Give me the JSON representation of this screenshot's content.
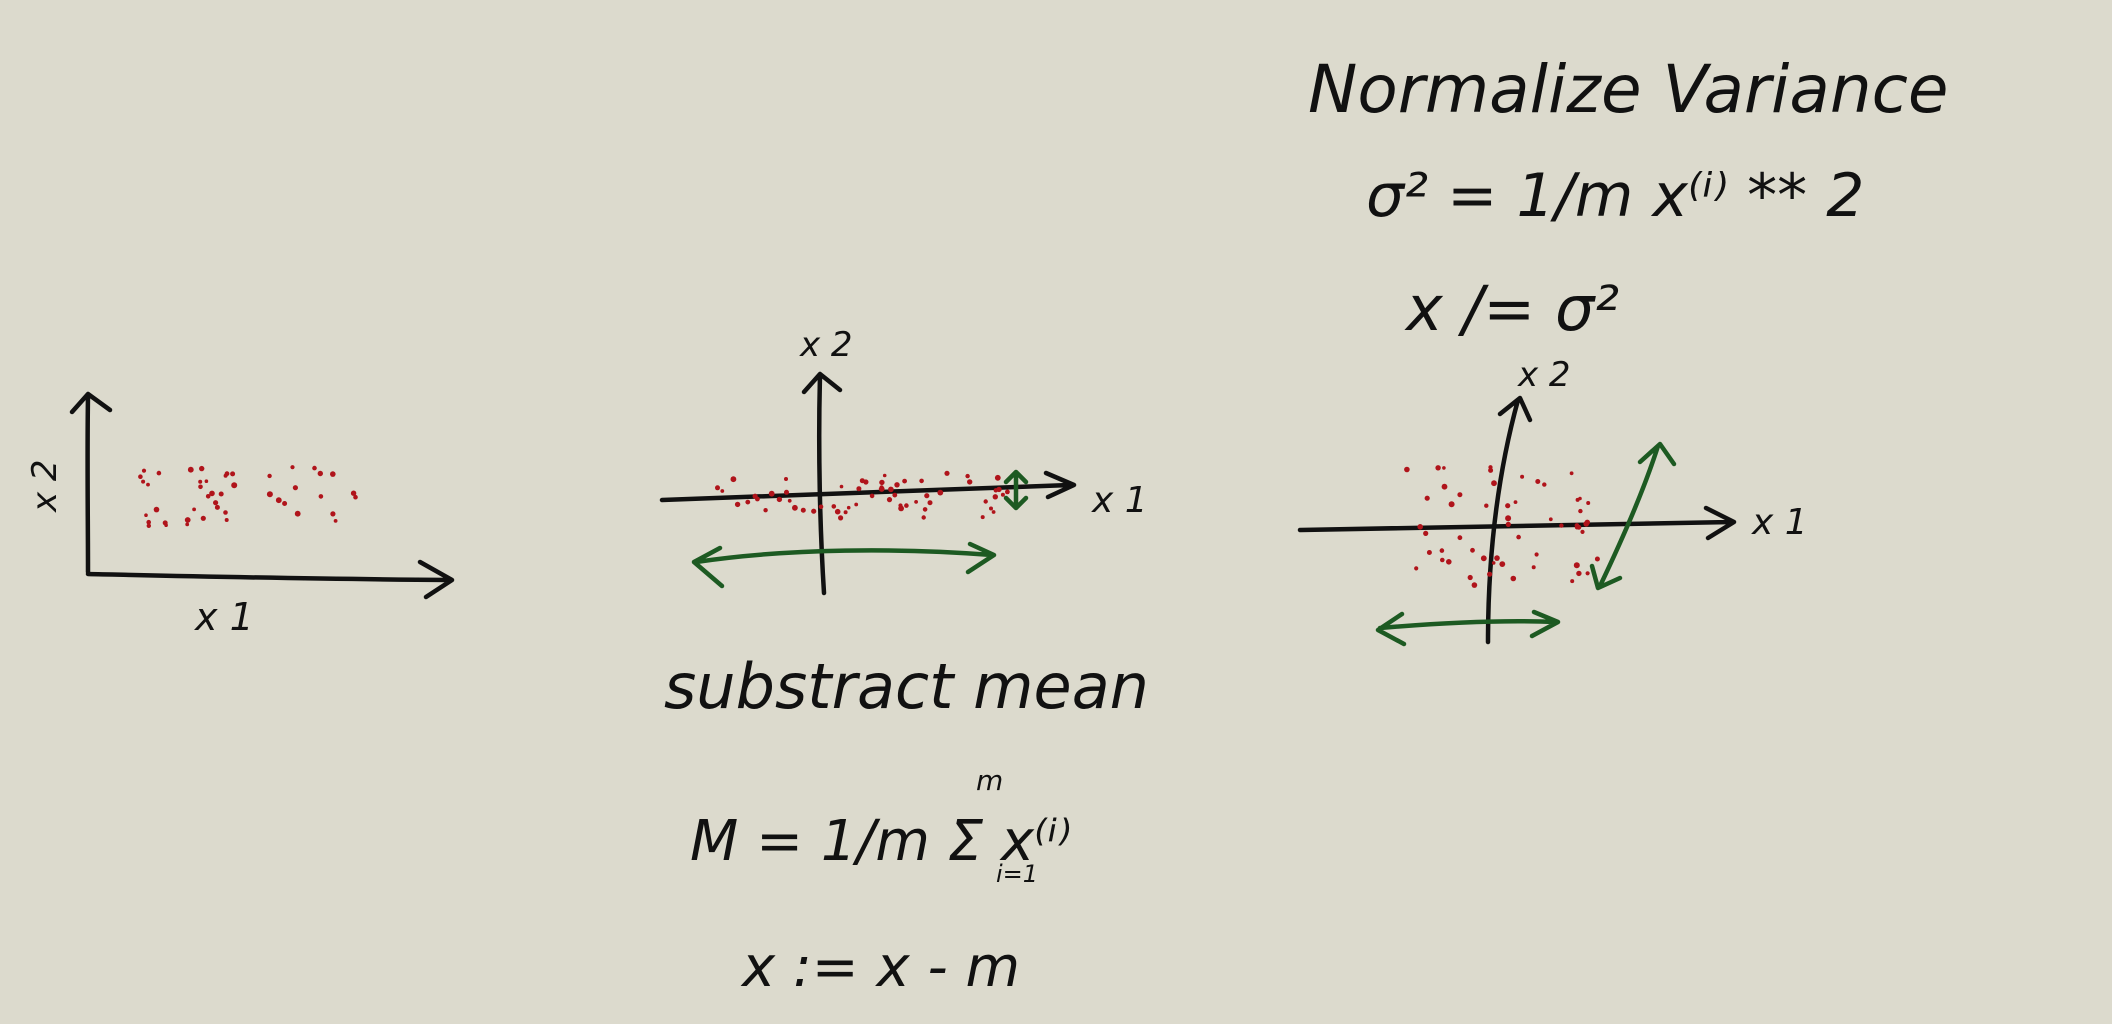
{
  "plots": {
    "raw": {
      "x_axis_label": "x 1",
      "y_axis_label": "x 2"
    },
    "centered": {
      "x_axis_label": "x 1",
      "y_axis_label": "x 2"
    },
    "normalized": {
      "x_axis_label": "x 1",
      "y_axis_label": "x 2"
    }
  },
  "section_subtract_mean": {
    "title": "substract mean",
    "mean_formula": "M = 1/m Σ x⁽ⁱ⁾",
    "sum_upper": "m",
    "sum_lower": "i=1",
    "update": "x := x - m"
  },
  "section_normalize": {
    "title": "Normalize Variance",
    "variance_formula": "σ² = 1/m x⁽ⁱ⁾ ** 2",
    "update": "x /= σ²"
  },
  "colors": {
    "background": "#dcdacd",
    "ink": "#111111",
    "points": "#b0141b",
    "arrows": "#1d5a22"
  }
}
